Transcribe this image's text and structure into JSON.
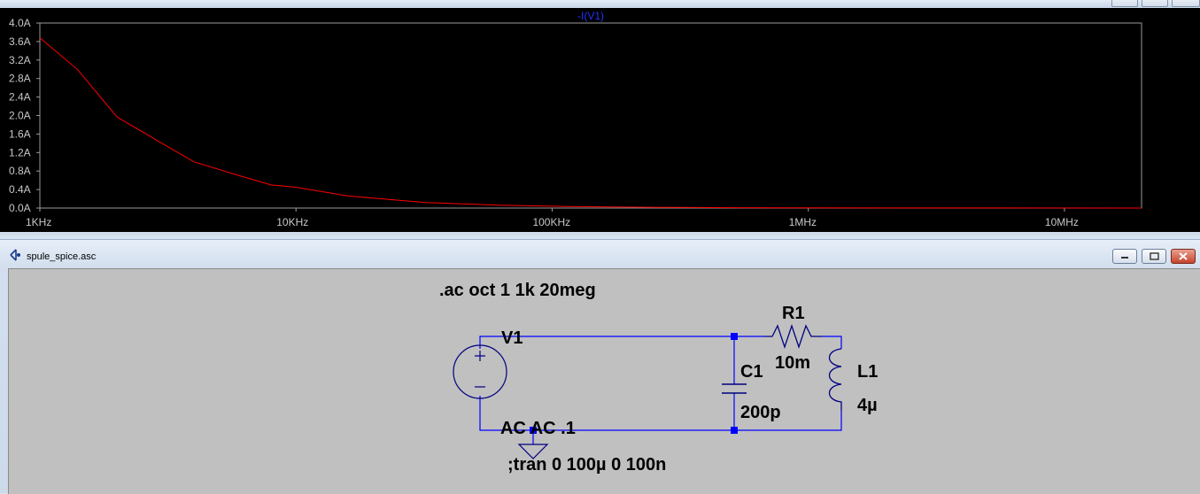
{
  "plot": {
    "trace_label": "-I(V1)",
    "colors": {
      "background": "#000000",
      "frame": "#9a9a9a",
      "trace": "#ff0000",
      "label": "#2233ff",
      "text": "#c8c8c8"
    },
    "chart_data": {
      "type": "line",
      "title": "-I(V1)",
      "x_scale": "log",
      "xlim": [
        1000,
        20000000
      ],
      "ylim": [
        0,
        4.0
      ],
      "y_ticks": [
        "4.0A",
        "3.6A",
        "3.2A",
        "2.8A",
        "2.4A",
        "2.0A",
        "1.6A",
        "1.2A",
        "0.8A",
        "0.4A",
        "0.0A"
      ],
      "y_tick_values": [
        4.0,
        3.6,
        3.2,
        2.8,
        2.4,
        2.0,
        1.6,
        1.2,
        0.8,
        0.4,
        0.0
      ],
      "x_ticks": [
        "1KHz",
        "10KHz",
        "100KHz",
        "1MHz",
        "10MHz"
      ],
      "x_tick_values": [
        1000,
        10000,
        100000,
        1000000,
        10000000
      ],
      "grid": false,
      "series": [
        {
          "name": "-I(V1)",
          "x": [
            1000,
            1400,
            2000,
            3000,
            4000,
            6000,
            8000,
            10000,
            16000,
            32000,
            64000,
            128000,
            256000,
            512000,
            1000000,
            20000000
          ],
          "y": [
            3.68,
            3.0,
            1.97,
            1.4,
            1.0,
            0.7,
            0.5,
            0.45,
            0.26,
            0.12,
            0.06,
            0.03,
            0.015,
            0.008,
            0.004,
            0.0002
          ]
        }
      ]
    }
  },
  "schematic": {
    "window_title": "spule_spice.asc",
    "directive_ac": ".ac oct 1 1k 20meg",
    "directive_tran": ";tran 0 100µ 0 100n",
    "v1": {
      "name": "V1",
      "value": "AC AC .1"
    },
    "c1": {
      "name": "C1",
      "value": "200p"
    },
    "r1": {
      "name": "R1",
      "value": "10m"
    },
    "l1": {
      "name": "L1",
      "value": "4µ"
    },
    "colors": {
      "wire": "#0000ff",
      "component": "#000080",
      "canvas": "#c0c0c0"
    }
  }
}
